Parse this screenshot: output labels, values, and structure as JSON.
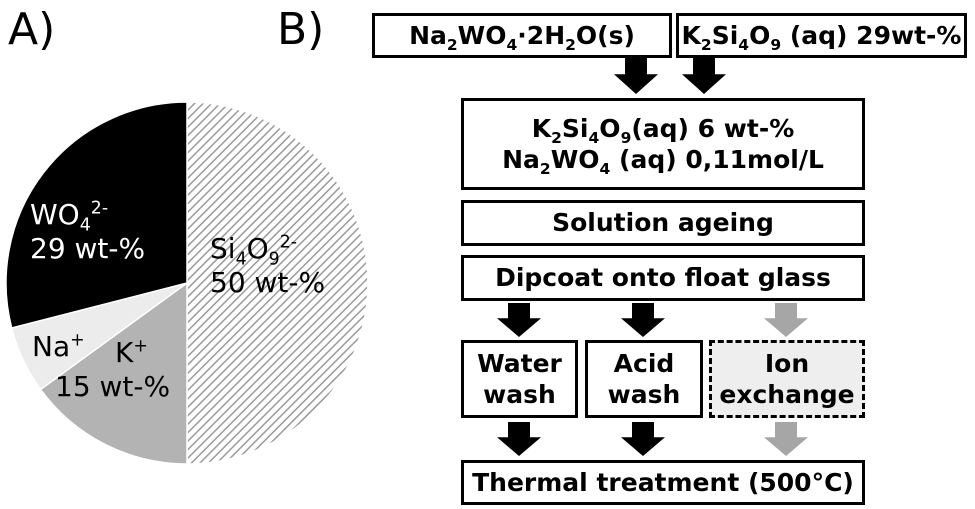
{
  "panels": {
    "a": "A)",
    "b": "B)"
  },
  "colors": {
    "tungstate": "#000000",
    "sodium": "#ececec",
    "potassium": "#b3b3b3",
    "silicate_hatch": "#9a9a9a",
    "arrow_main": "#000000",
    "arrow_optional": "#a6a6a6",
    "optional_box": "#eeeeee"
  },
  "chart_data": {
    "type": "pie",
    "slices": [
      {
        "name": "Si4O9 2-",
        "label": "50 wt-%",
        "value": 50
      },
      {
        "name": "K+",
        "label": "15 wt-%",
        "value": 15
      },
      {
        "name": "Na+",
        "label": "",
        "value": 6
      },
      {
        "name": "WO4 2-",
        "label": "29 wt-%",
        "value": 29
      }
    ]
  },
  "pie_text": {
    "wo4": {
      "base": "WO",
      "sub": "4",
      "sup": "2-",
      "pct": "29 wt-%"
    },
    "si": {
      "b1": "Si",
      "s1": "4",
      "b2": "O",
      "s2": "9",
      "sup": "2-",
      "pct": "50 wt-%"
    },
    "k": {
      "base": "K",
      "sup": "+",
      "pct": "15 wt-%"
    },
    "na": {
      "base": "Na",
      "sup": "+"
    }
  },
  "flow": {
    "na2wo4": {
      "p1": "Na",
      "s1": "2",
      "p2": "WO",
      "s2": "4",
      "p3": "·2H",
      "s3": "2",
      "p4": "O(s)"
    },
    "k2si4o9": {
      "p1": "K",
      "s1": "2",
      "p2": "Si",
      "s2": "4",
      "p3": "O",
      "s3": "9",
      "p4": " (aq) 29wt-%"
    },
    "mixture": {
      "line1": {
        "p1": "K",
        "s1": "2",
        "p2": "Si",
        "s2": "4",
        "p3": "O",
        "s3": "9",
        "p4": "(aq) 6 wt-%"
      },
      "line2": {
        "p1": "Na",
        "s1": "2",
        "p2": "WO",
        "s2": "4",
        "p3": " (aq) 0,11mol/L"
      }
    },
    "ageing": "Solution ageing",
    "dipcoat": "Dipcoat onto float glass",
    "water": [
      "Water",
      "wash"
    ],
    "acid": [
      "Acid",
      "wash"
    ],
    "ion": [
      "Ion",
      "exchange"
    ],
    "thermal": "Thermal treatment (500°C)"
  }
}
